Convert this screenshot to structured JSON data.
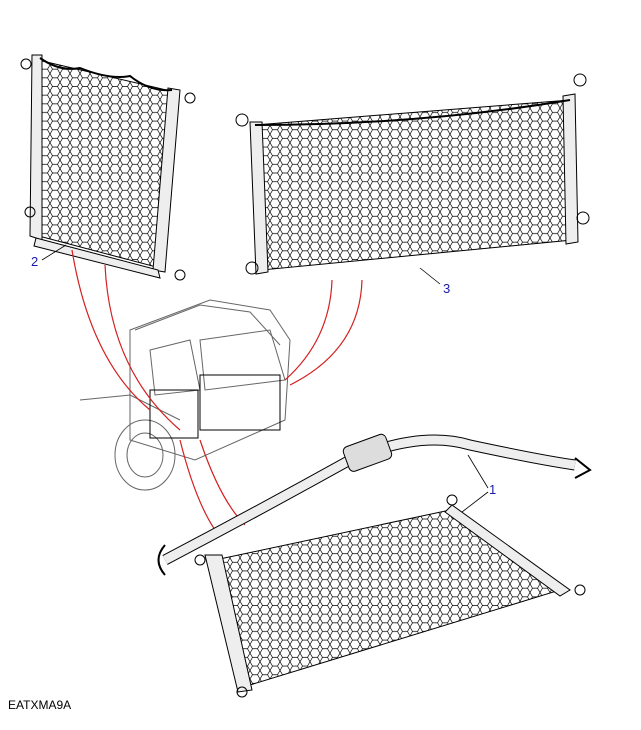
{
  "callouts": {
    "one": "1",
    "two": "2",
    "three": "3"
  },
  "figure_code": "EATXMA9A",
  "colors": {
    "callout": "#1a1aa6",
    "leader": "#d42020",
    "line": "#000000",
    "strap": "#e6e6e6"
  }
}
